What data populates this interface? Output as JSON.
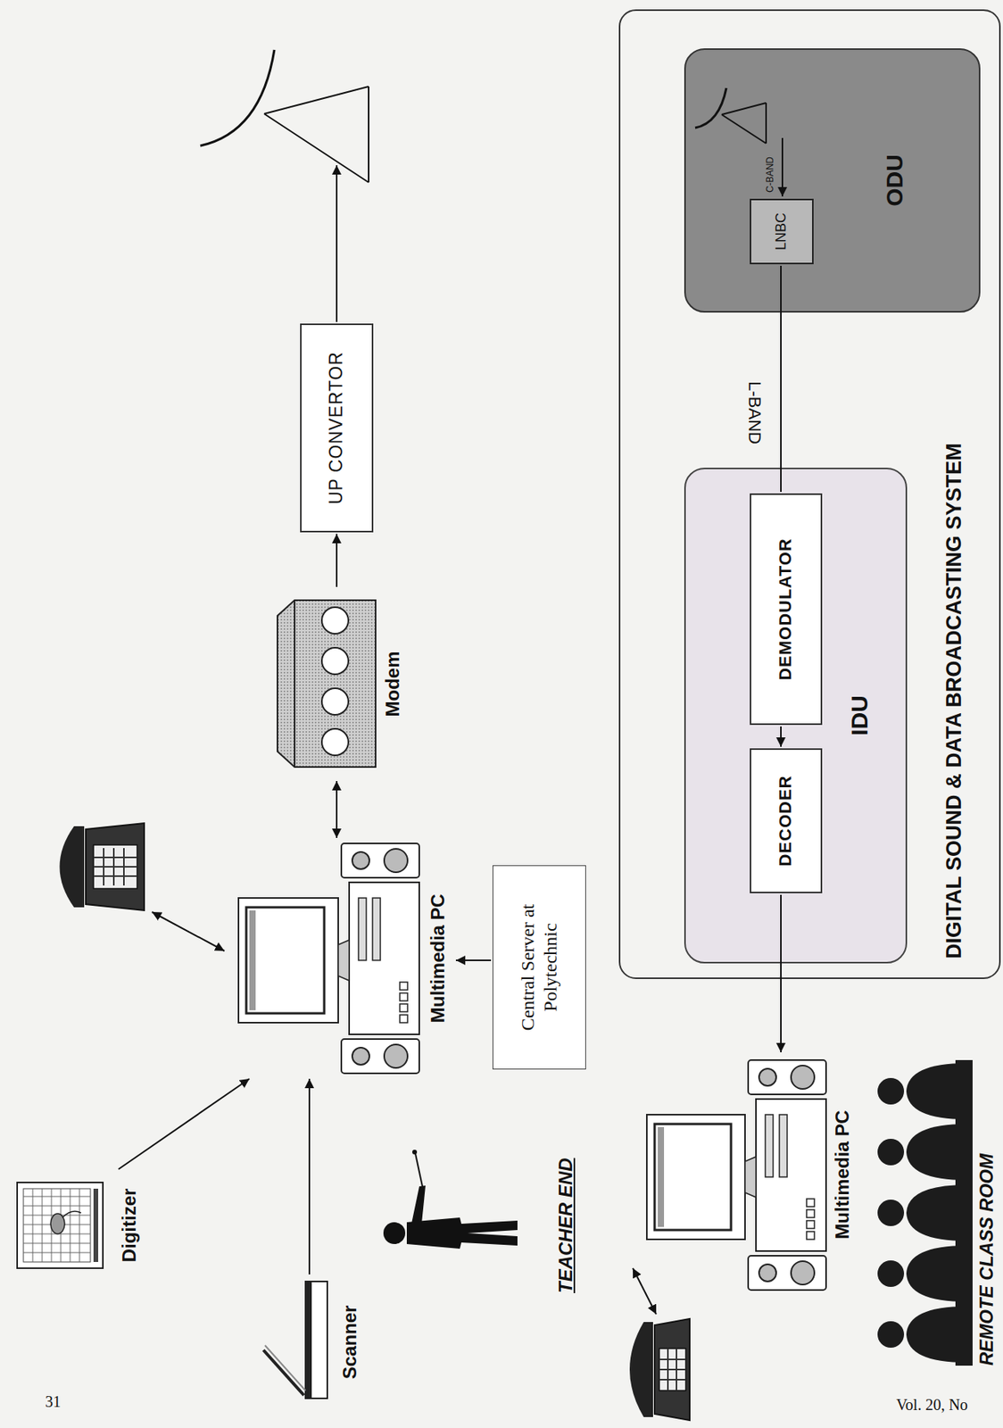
{
  "diagram": {
    "nodes": [
      {
        "text": [
          "Digitizer"
        ]
      },
      {
        "text": [
          "Scanner"
        ]
      },
      {
        "text": [
          "Multimedia PC"
        ]
      },
      {
        "text": [
          "Central Server at Polytechnic"
        ]
      },
      {
        "text": [
          "Modem"
        ]
      },
      {
        "text": [
          "UP CONVERTOR"
        ]
      },
      {
        "text": [
          "DIGITAL SOUND & DATA BROADCASTING SYSTEM"
        ]
      },
      {
        "text": [
          "ODU"
        ],
        "in": 6
      },
      {
        "text": [
          "LNBC"
        ],
        "in": 7
      },
      {
        "text": [
          "IDU"
        ],
        "in": 6
      },
      {
        "text": [
          "DEMODULATOR"
        ],
        "in": 9
      },
      {
        "text": [
          "DECODER"
        ],
        "in": 9
      },
      {
        "text": [
          "Multimedia PC"
        ]
      }
    ],
    "edges": [
      {
        "from": 0,
        "to": 2,
        "arrow": "to"
      },
      {
        "from": 1,
        "to": 2,
        "arrow": "to"
      },
      {
        "from": 3,
        "to": 2,
        "arrow": "to"
      },
      {
        "from": 2,
        "to": 4,
        "arrow": "both"
      },
      {
        "from": 4,
        "to": 5,
        "arrow": "to"
      },
      {
        "from": 8,
        "to": 10,
        "label": "L-BAND",
        "arrow": "none"
      },
      {
        "from": 10,
        "to": 11,
        "arrow": "to"
      },
      {
        "from": 11,
        "to": 12,
        "arrow": "to"
      }
    ],
    "labels": [
      "TEACHER END",
      "REMOTE CLASS ROOM",
      "C-BAND",
      "31",
      "Vol. 20, No"
    ]
  }
}
